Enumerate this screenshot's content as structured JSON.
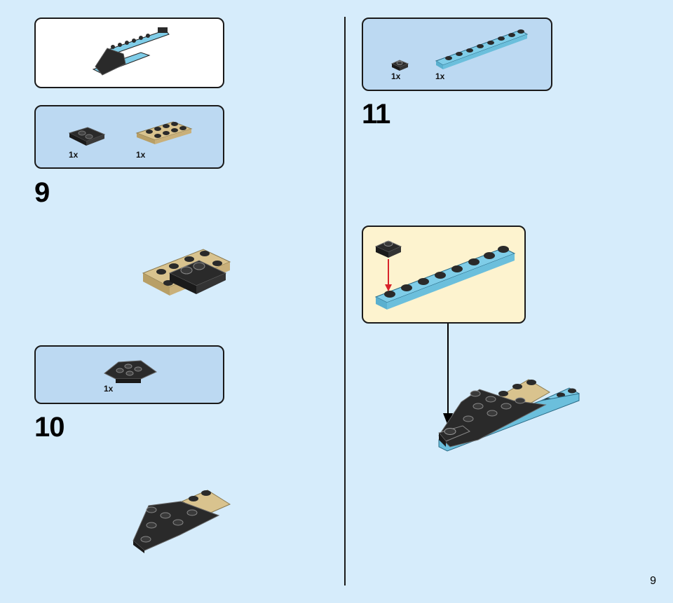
{
  "page": {
    "number": "9"
  },
  "steps": [
    {
      "number": "9",
      "parts": [
        {
          "qty": "1x",
          "icon": "black-plate-2x2-with-stud"
        },
        {
          "qty": "1x",
          "icon": "tan-plate-2x4"
        }
      ]
    },
    {
      "number": "10",
      "parts": [
        {
          "qty": "1x",
          "icon": "black-wedge-plate"
        }
      ]
    },
    {
      "number": "11",
      "parts": [
        {
          "qty": "1x",
          "icon": "black-plate-1x1"
        },
        {
          "qty": "1x",
          "icon": "light-blue-plate-1x8"
        }
      ]
    }
  ],
  "colors": {
    "background": "#d6ecfb",
    "parts_panel": "#bcd9f2",
    "callout": "#fdf3cf",
    "arrow_red": "#d8232a",
    "brick_black": "#2a2a2a",
    "brick_tan": "#d9c38e",
    "brick_blue": "#7fcde8"
  }
}
